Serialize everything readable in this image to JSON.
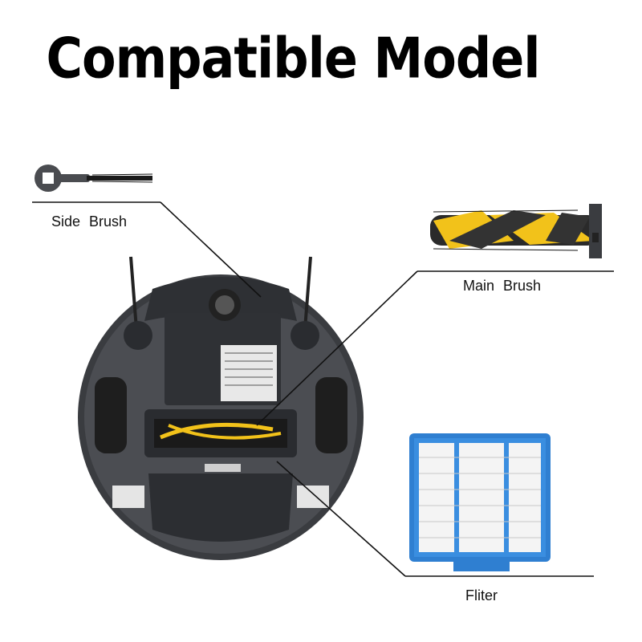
{
  "title": "Compatible Model",
  "parts": {
    "side_brush": "Side  Brush",
    "main_brush": "Main  Brush",
    "filter": "Fliter"
  },
  "colors": {
    "filter_frame": "#2f7fd1",
    "brush_yellow": "#f2c21a",
    "robot_body": "#3a3c40"
  }
}
